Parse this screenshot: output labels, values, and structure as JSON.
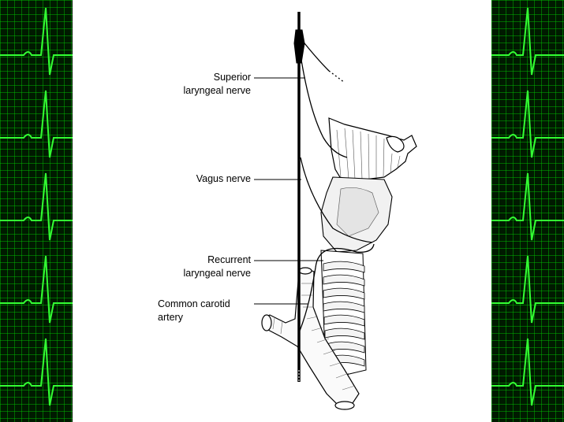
{
  "diagram": {
    "labels": {
      "superior_laryngeal_line1": "Superior",
      "superior_laryngeal_line2": "laryngeal nerve",
      "vagus": "Vagus nerve",
      "recurrent_laryngeal_line1": "Recurrent",
      "recurrent_laryngeal_line2": "laryngeal nerve",
      "common_carotid_line1": "Common carotid",
      "common_carotid_line2": "artery"
    }
  },
  "colors": {
    "ecg_trace": "#33ff33",
    "ecg_background": "#001a00",
    "diagram_background": "#ffffff"
  },
  "icons": [
    "ecg-waveform"
  ]
}
